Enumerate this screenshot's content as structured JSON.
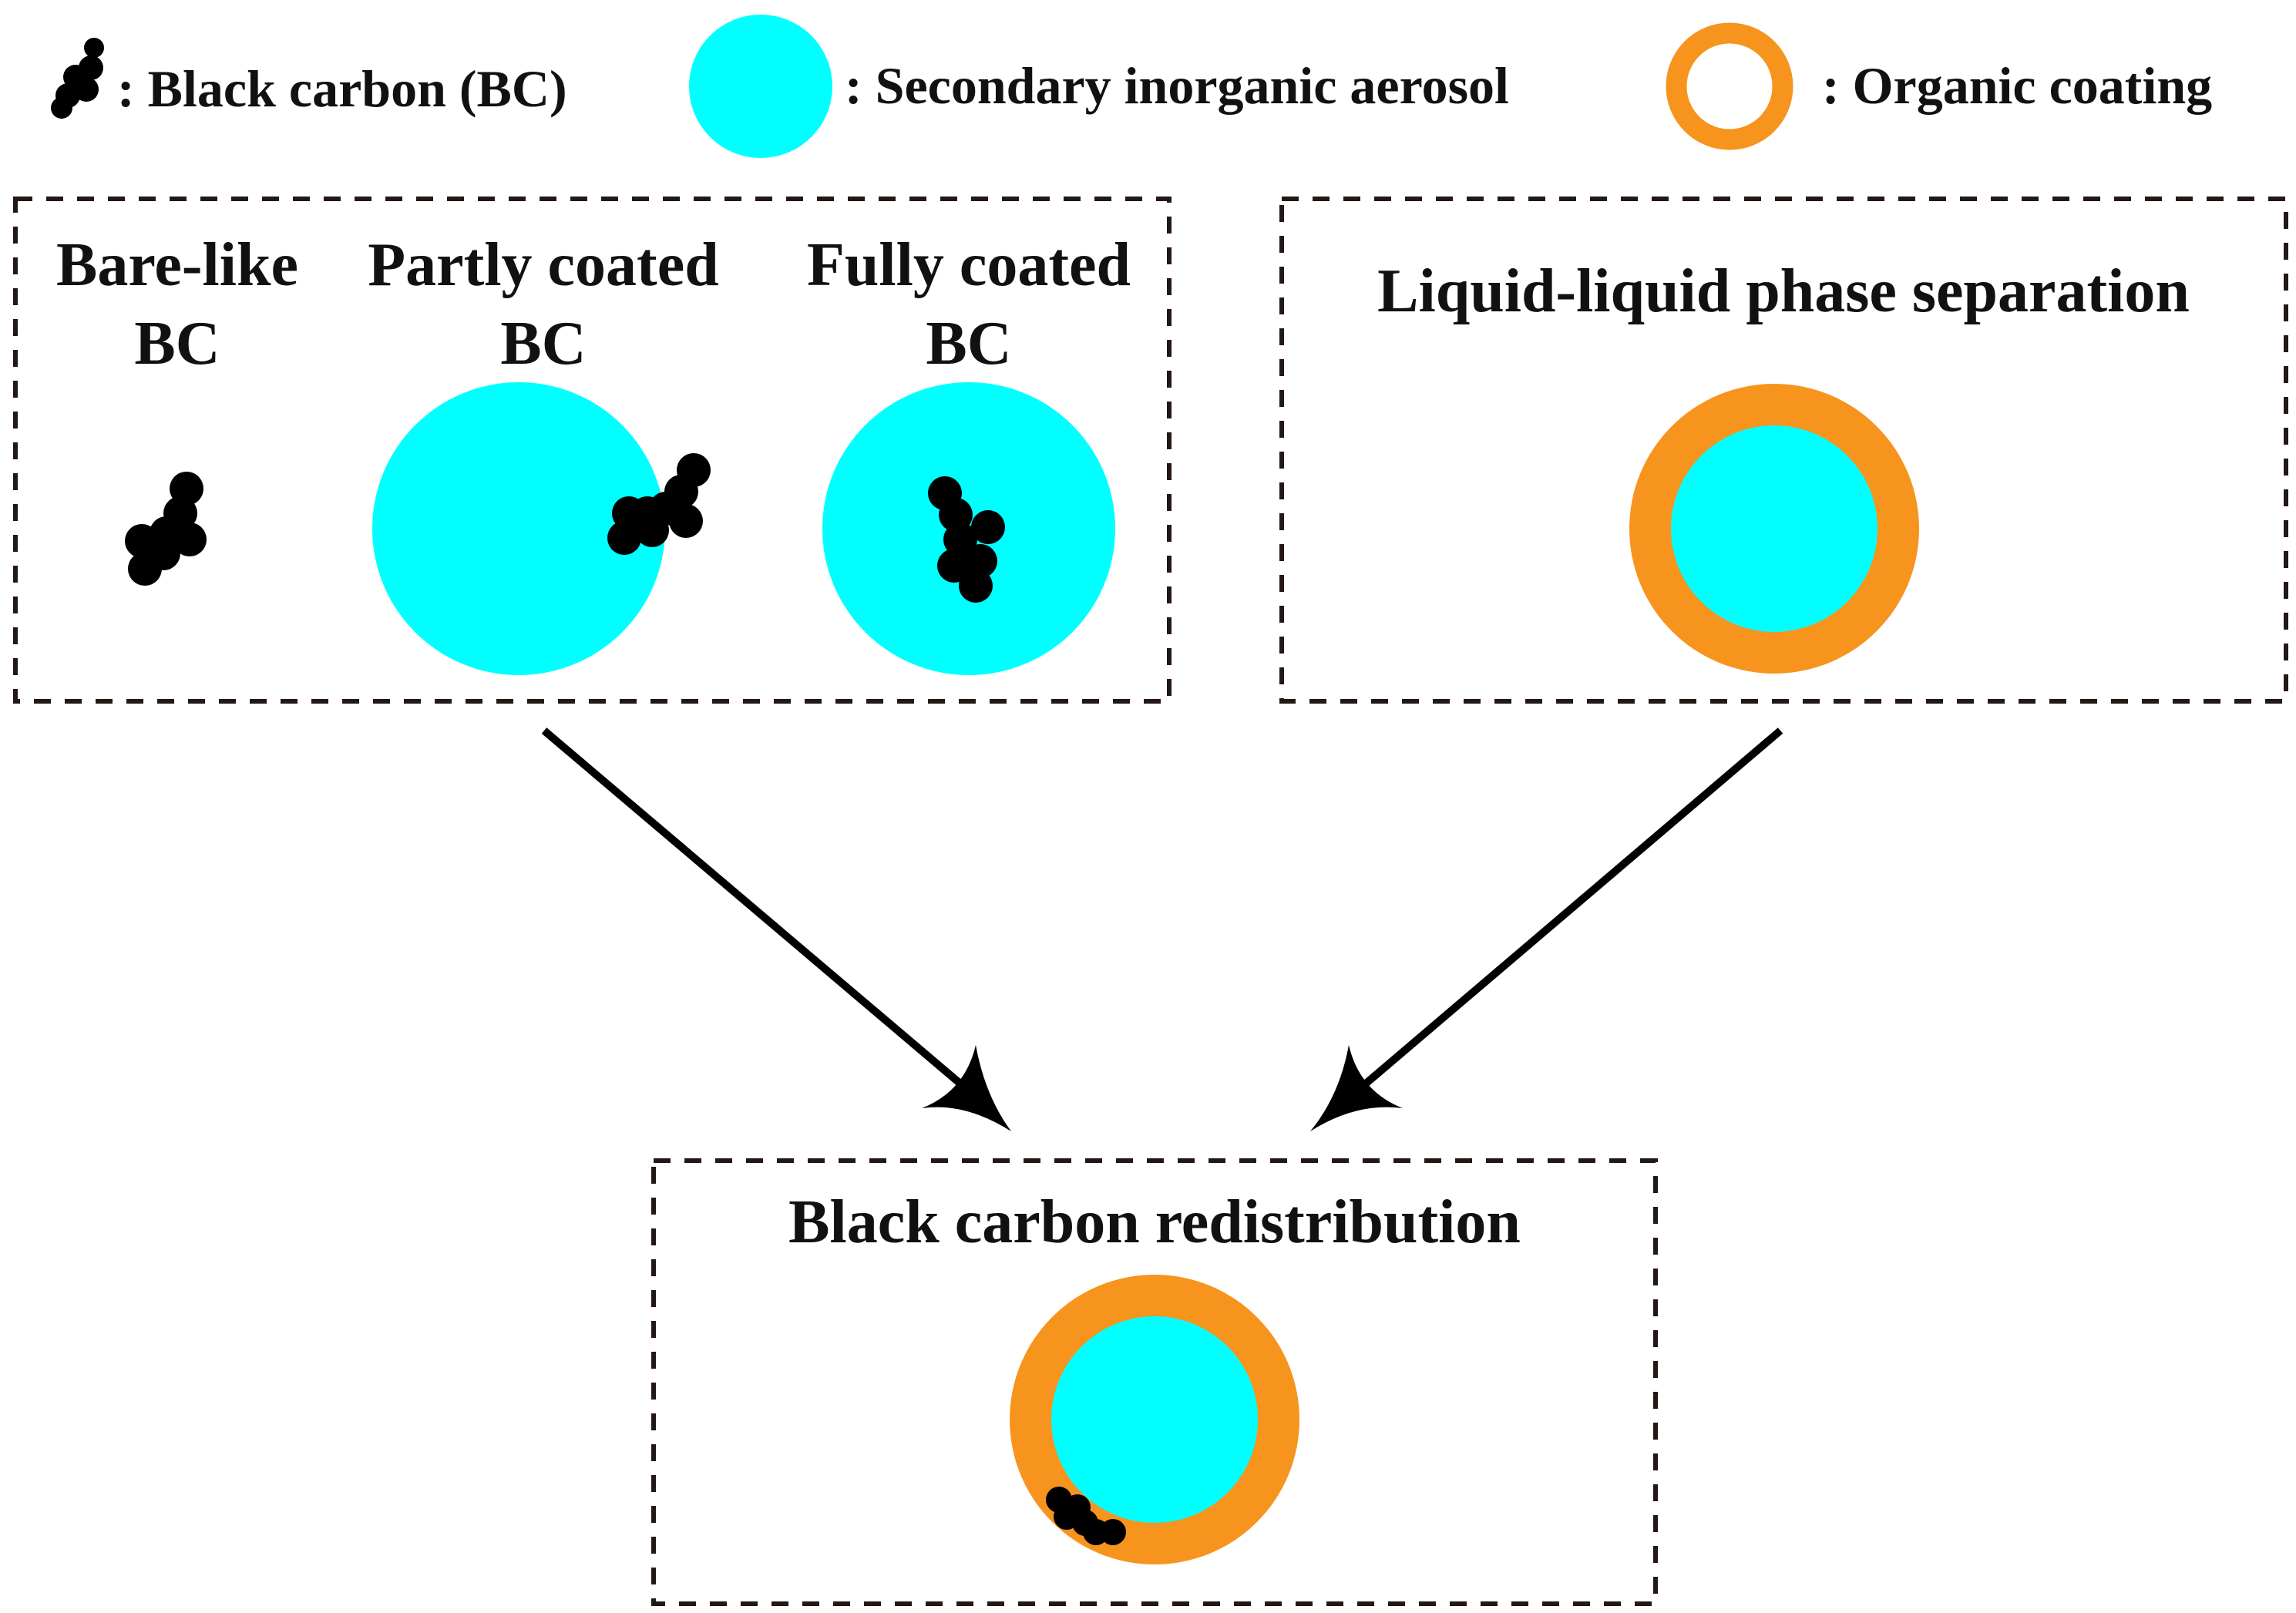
{
  "legend": {
    "black_carbon": ": Black carbon (BC)",
    "inorganic": ": Secondary inorganic aerosol",
    "organic": ": Organic coating"
  },
  "morphology_box": {
    "bare_like": [
      "Bare-like",
      "BC"
    ],
    "partly_coated": [
      "Partly coated",
      "BC"
    ],
    "fully_coated": [
      "Fully coated",
      "BC"
    ]
  },
  "llps_box": {
    "title": "Liquid-liquid phase separation"
  },
  "result_box": {
    "title": "Black carbon redistribution"
  },
  "colors": {
    "black_carbon": "#000000",
    "inorganic": "#00FFFF",
    "organic": "#F7941D",
    "box_border": "#231815",
    "arrow": "#000000"
  },
  "icons": {
    "bc": "black-carbon-aggregate-icon",
    "inorganic": "cyan-circle-icon",
    "organic": "orange-ring-icon"
  }
}
